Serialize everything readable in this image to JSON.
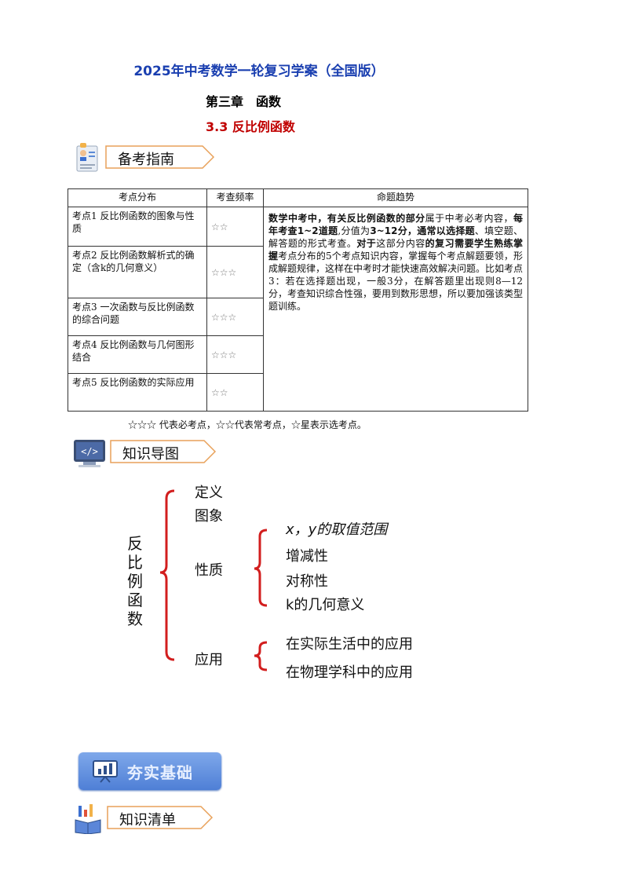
{
  "header": {
    "title": "2025年中考数学一轮复习学案（全国版）",
    "chapter": "第三章　函数",
    "section": "3.3  反比例函数"
  },
  "tags": {
    "guide": "备考指南",
    "mindmap": "知识导图",
    "list": "知识清单"
  },
  "exam_table": {
    "headers": [
      "考点分布",
      "考查频率",
      "命题趋势"
    ],
    "rows": [
      {
        "point": "考点1 反比例函数的图象与性质",
        "stars": "☆☆"
      },
      {
        "point": "考点2 反比例函数解析式的确定（含k的几何意义）",
        "stars": "☆☆☆"
      },
      {
        "point": "考点3 一次函数与反比例函数的综合问题",
        "stars": "☆☆☆"
      },
      {
        "point": "考点4 反比例函数与几何图形结合",
        "stars": "☆☆☆"
      },
      {
        "point": "考点5 反比例函数的实际应用",
        "stars": "☆☆"
      }
    ],
    "trend": {
      "p1": "数学中考中，有关反比例函数的部分",
      "p2": "属于中考必考内容，",
      "p3": "每年考查1~2道题",
      "p4": ",分值为",
      "p5": "3~12分，通常以选择题",
      "p6": "、填空题、解答题的形式考查。",
      "p7": "对于",
      "p8": "这部分内容",
      "p9": "的复习需要学生熟练掌握",
      "p10": "考点分布的5个考点知识内容，掌握每个考点解题要领，形成解题规律，这样在中考时才能快速高效解决问题。比如考点3：若在选择题出现，一般3分，在解答题里出现则8—12分，考查知识综合性强，要用到数形思想，所以要加强该类型题训练。"
    }
  },
  "legend_note": "☆☆☆ 代表必考点，☆☆代表常考点，☆星表示选考点。",
  "mindmap": {
    "root": [
      "反",
      "比",
      "例",
      "函",
      "数"
    ],
    "definition": "定义",
    "graph": "图象",
    "property": "性质",
    "property_items": [
      "x，y的取值范围",
      "增减性",
      "对称性",
      "k的几何意义"
    ],
    "application": "应用",
    "application_items": [
      "在实际生活中的应用",
      "在物理学科中的应用"
    ]
  },
  "banner": {
    "label": "夯实基础"
  },
  "colors": {
    "title_blue": "#1a3fb0",
    "section_red": "#c00000",
    "mindmap_red": "#d21e1e",
    "banner_blue": "#5b86d8"
  },
  "icons": [
    "resume-icon",
    "code-monitor-icon",
    "chart-board-icon",
    "book-chart-icon"
  ]
}
